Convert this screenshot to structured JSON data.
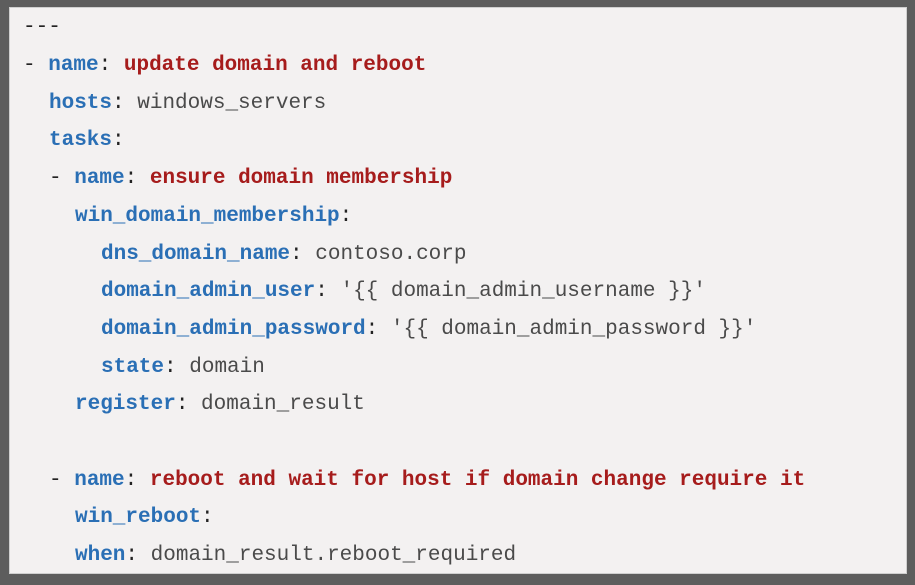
{
  "lines": [
    {
      "indent": 0,
      "dash": "",
      "key": "",
      "value": "---",
      "value_style": "punct"
    },
    {
      "indent": 0,
      "dash": "- ",
      "key": "name",
      "value": "update domain and reboot",
      "value_style": "str"
    },
    {
      "indent": 1,
      "dash": "",
      "key": "hosts",
      "value": "windows_servers",
      "value_style": "val"
    },
    {
      "indent": 1,
      "dash": "",
      "key": "tasks",
      "value": "",
      "value_style": "val"
    },
    {
      "indent": 1,
      "dash": "- ",
      "key": "name",
      "value": "ensure domain membership",
      "value_style": "str"
    },
    {
      "indent": 2,
      "dash": "",
      "key": "win_domain_membership",
      "value": "",
      "value_style": "val"
    },
    {
      "indent": 3,
      "dash": "",
      "key": "dns_domain_name",
      "value": "contoso.corp",
      "value_style": "val"
    },
    {
      "indent": 3,
      "dash": "",
      "key": "domain_admin_user",
      "value": "'{{ domain_admin_username }}'",
      "value_style": "val"
    },
    {
      "indent": 3,
      "dash": "",
      "key": "domain_admin_password",
      "value": "'{{ domain_admin_password }}'",
      "value_style": "val"
    },
    {
      "indent": 3,
      "dash": "",
      "key": "state",
      "value": "domain",
      "value_style": "val"
    },
    {
      "indent": 2,
      "dash": "",
      "key": "register",
      "value": "domain_result",
      "value_style": "val"
    },
    {
      "indent": 0,
      "dash": "",
      "key": "",
      "value": "",
      "value_style": "val"
    },
    {
      "indent": 1,
      "dash": "- ",
      "key": "name",
      "value": "reboot and wait for host if domain change require it",
      "value_style": "str"
    },
    {
      "indent": 2,
      "dash": "",
      "key": "win_reboot",
      "value": "",
      "value_style": "val"
    },
    {
      "indent": 2,
      "dash": "",
      "key": "when",
      "value": "domain_result.reboot_required",
      "value_style": "val"
    }
  ],
  "colors": {
    "key": "#2a6fb5",
    "string": "#a61c1c",
    "value": "#4a4a4a",
    "background": "#f3f1f1",
    "frame": "#5d5d5d"
  }
}
